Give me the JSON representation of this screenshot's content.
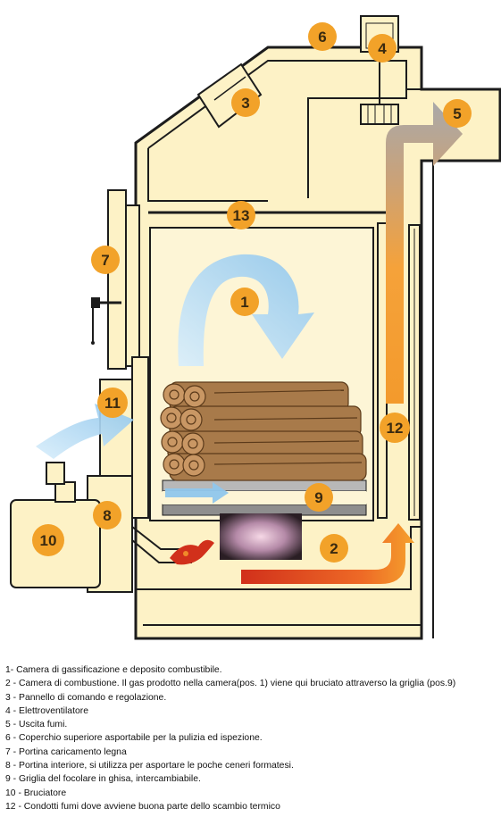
{
  "colors": {
    "body_fill": "#fdf2c6",
    "outline": "#1c1c1c",
    "badge": "#f2a229",
    "flame_red": "#d1301b",
    "flame_orange": "#f08a2a",
    "air_blue": "#a9d4f1",
    "smoke_gray": "#a8a8a8",
    "wood": "#a87a4a",
    "grate_gray": "#9a9a9a"
  },
  "badges": [
    {
      "id": "1",
      "text": "1"
    },
    {
      "id": "2",
      "text": "2"
    },
    {
      "id": "3",
      "text": "3"
    },
    {
      "id": "4",
      "text": "4"
    },
    {
      "id": "5",
      "text": "5"
    },
    {
      "id": "6",
      "text": "6"
    },
    {
      "id": "7",
      "text": "7"
    },
    {
      "id": "8",
      "text": "8"
    },
    {
      "id": "9",
      "text": "9"
    },
    {
      "id": "10",
      "text": "10"
    },
    {
      "id": "11",
      "text": "11"
    },
    {
      "id": "12",
      "text": "12"
    },
    {
      "id": "13",
      "text": "13"
    }
  ],
  "legend": [
    "1- Camera di gassificazione e deposito combustibile.",
    "2 - Camera di combustione. Il gas prodotto nella camera(pos. 1) viene qui bruciato attraverso la griglia (pos.9)",
    "3 - Pannello di comando e regolazione.",
    "4 - Elettroventilatore",
    "5 - Uscita fumi.",
    "6 - Coperchio superiore asportabile per la pulizia ed ispezione.",
    "7 - Portina caricamento legna",
    "8 - Portina interiore, si utilizza per asportare le poche ceneri formatesi.",
    "9 - Griglia del focolare in ghisa, intercambiabile.",
    "10 - Bruciatore",
    "12 - Condotti fumi dove avviene buona parte dello scambio termico"
  ]
}
